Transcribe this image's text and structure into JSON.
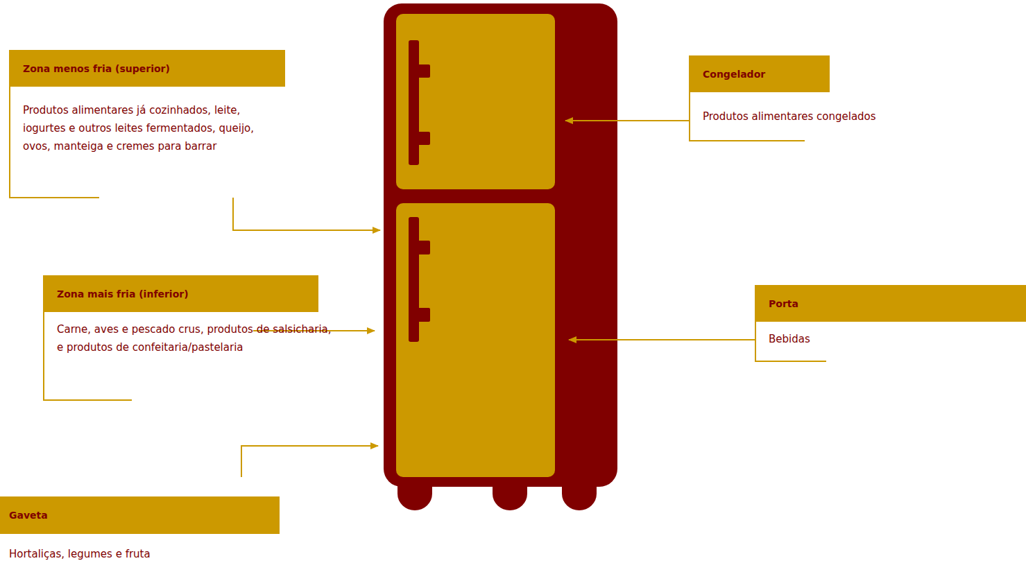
{
  "diagram": {
    "nodes": [
      {
        "text": [
          "Zona menos fria (superior)",
          "Produtos alimentares já cozinhados, leite, iogurtes e outros leites fermentados, queijo, ovos, manteiga e cremes para barrar"
        ]
      },
      {
        "text": [
          "Congelador",
          "Produtos alimentares congelados"
        ]
      },
      {
        "text": [
          "Zona mais fria (inferior)",
          "Carne, aves e pescado crus, produtos de salsicharia, e produtos de confeitaria/pastelaria"
        ]
      },
      {
        "text": [
          "Porta",
          "Bebidas"
        ]
      },
      {
        "text": [
          "Gaveta",
          "Hortaliças, legumes e fruta"
        ]
      }
    ]
  }
}
